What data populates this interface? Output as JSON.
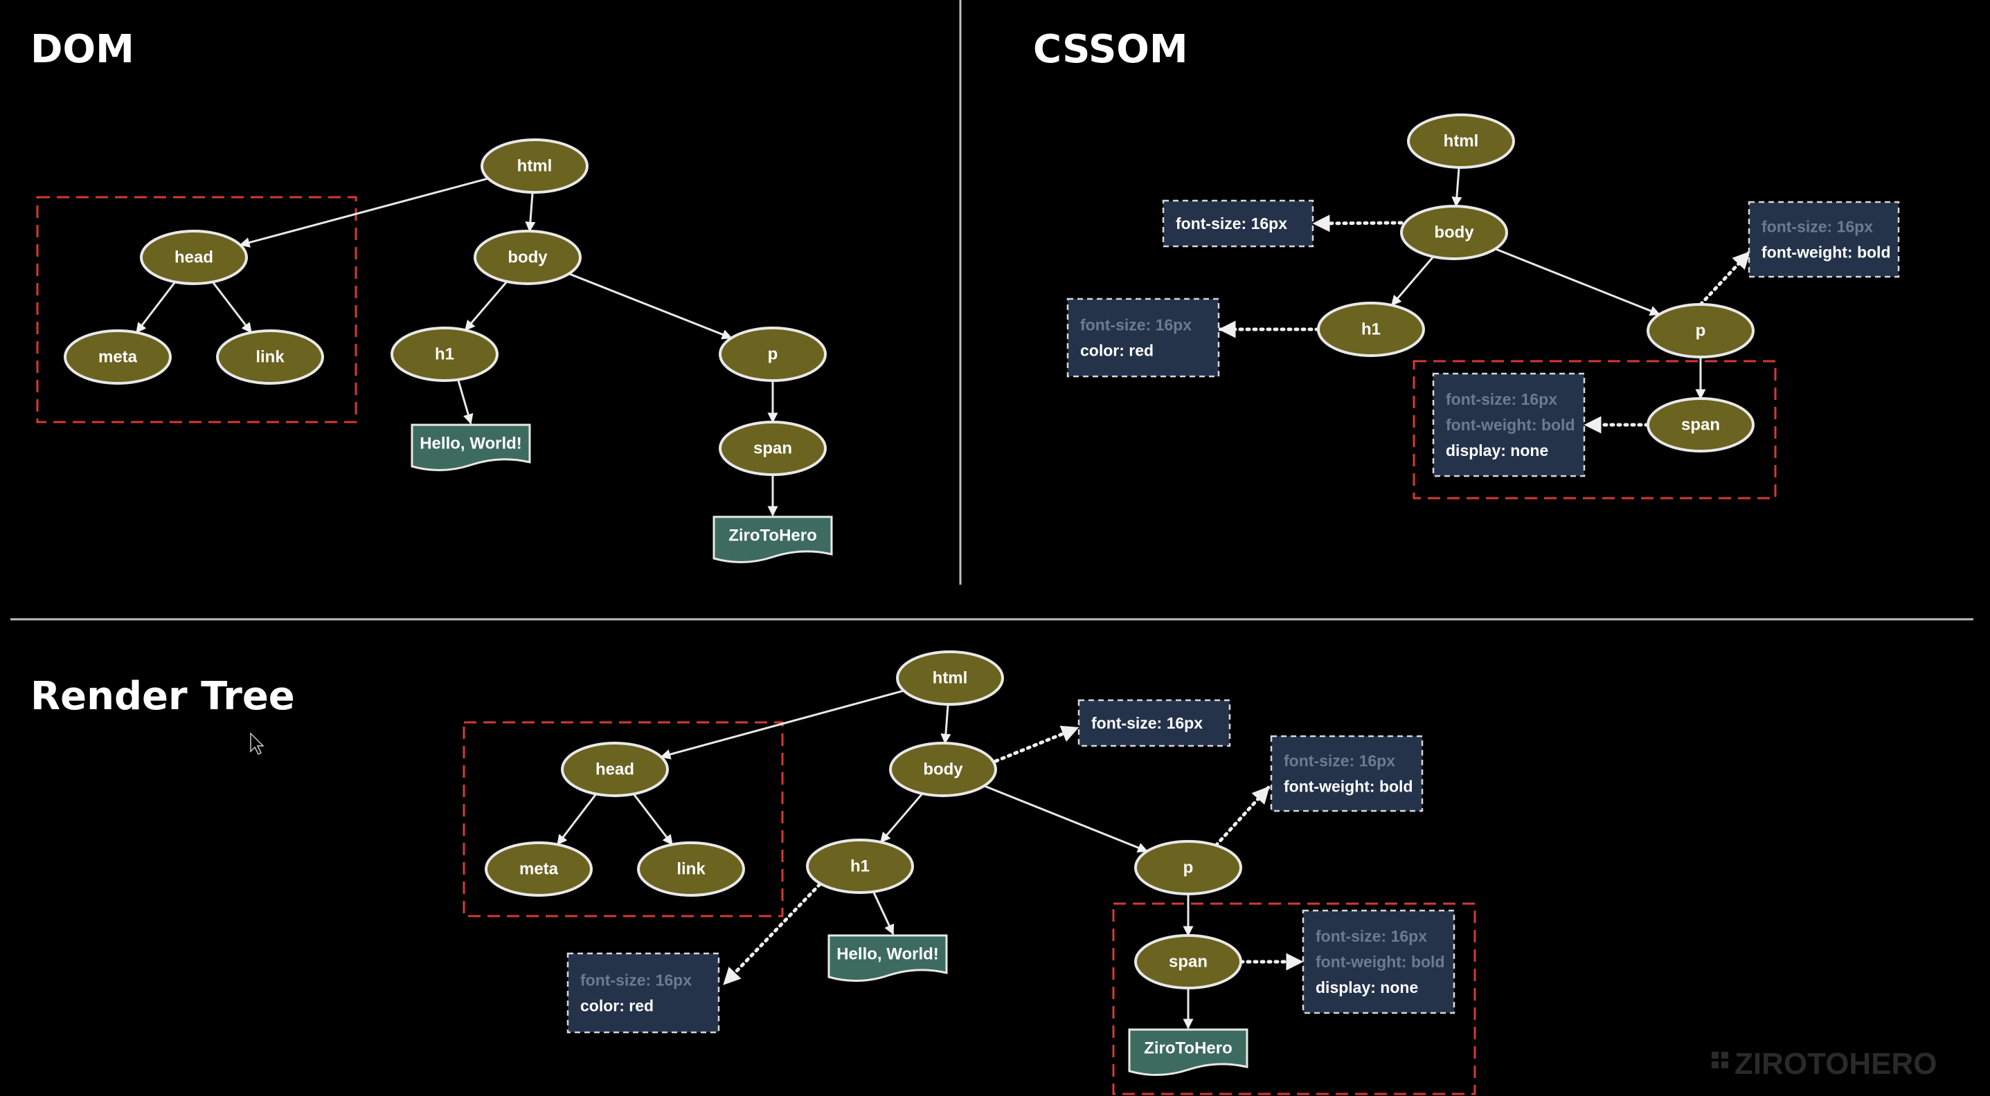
{
  "panels": {
    "dom": {
      "title": "DOM"
    },
    "cssom": {
      "title": "CSSOM"
    },
    "render": {
      "title": "Render Tree"
    }
  },
  "watermark": "ZIROTOHERO",
  "dom_tree": {
    "nodes": [
      "html",
      "head",
      "body",
      "meta",
      "link",
      "h1",
      "p",
      "span"
    ],
    "text_nodes": [
      "Hello, World!",
      "ZiroToHero"
    ]
  },
  "cssom_tree": {
    "nodes": [
      "html",
      "body",
      "h1",
      "p",
      "span"
    ],
    "styles": {
      "body": {
        "own": [
          "font-size: 16px"
        ]
      },
      "h1": {
        "inherited": [
          "font-size: 16px"
        ],
        "own": [
          "color: red"
        ]
      },
      "p": {
        "inherited": [
          "font-size: 16px"
        ],
        "own": [
          "font-weight: bold"
        ]
      },
      "span": {
        "inherited": [
          "font-size: 16px",
          "font-weight: bold"
        ],
        "own": [
          "display: none"
        ]
      }
    }
  },
  "render_tree": {
    "nodes": [
      "html",
      "head",
      "body",
      "meta",
      "link",
      "h1",
      "p",
      "span"
    ],
    "text_nodes": [
      "Hello, World!",
      "ZiroToHero"
    ],
    "styles": {
      "body": {
        "own": [
          "font-size: 16px"
        ]
      },
      "h1": {
        "inherited": [
          "font-size: 16px"
        ],
        "own": [
          "color: red"
        ]
      },
      "p": {
        "inherited": [
          "font-size: 16px"
        ],
        "own": [
          "font-weight: bold"
        ]
      },
      "span": {
        "inherited": [
          "font-size: 16px",
          "font-weight: bold"
        ],
        "own": [
          "display: none"
        ]
      }
    }
  }
}
